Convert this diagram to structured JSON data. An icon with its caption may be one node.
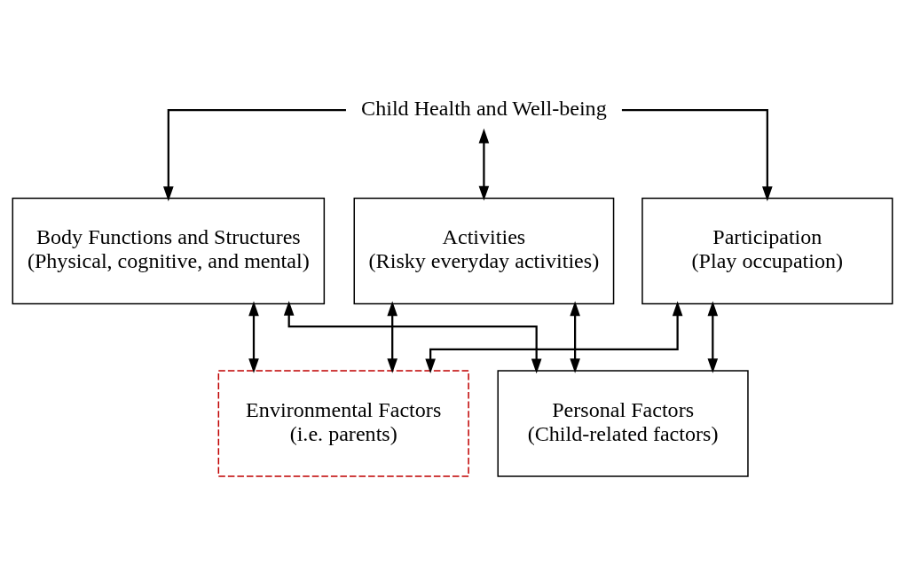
{
  "diagram": {
    "nodes": [
      {
        "text": [
          "Child Health and Well-being"
        ]
      },
      {
        "text": [
          "Body Functions and Structures",
          "(Physical, cognitive, and mental)"
        ]
      },
      {
        "text": [
          "Activities",
          "(Risky everyday activities)"
        ]
      },
      {
        "text": [
          "Participation",
          "(Play occupation)"
        ]
      },
      {
        "text": [
          "Environmental Factors",
          "(i.e. parents)"
        ]
      },
      {
        "text": [
          "Personal Factors",
          "(Child-related factors)"
        ]
      }
    ],
    "edges": [
      {
        "from": 0,
        "to": 1,
        "arrow": "to"
      },
      {
        "from": 0,
        "to": 2,
        "arrow": "both"
      },
      {
        "from": 0,
        "to": 3,
        "arrow": "to"
      },
      {
        "from": 1,
        "to": 4,
        "arrow": "both"
      },
      {
        "from": 2,
        "to": 4,
        "arrow": "both"
      },
      {
        "from": 3,
        "to": 4,
        "arrow": "both"
      },
      {
        "from": 1,
        "to": 5,
        "arrow": "both"
      },
      {
        "from": 2,
        "to": 5,
        "arrow": "both"
      },
      {
        "from": 3,
        "to": 5,
        "arrow": "both"
      }
    ]
  }
}
